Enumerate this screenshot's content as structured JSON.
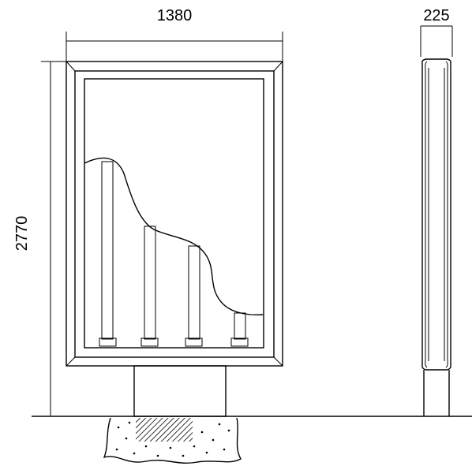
{
  "dimensions": {
    "width": "1380",
    "height": "2770",
    "depth": "225"
  }
}
